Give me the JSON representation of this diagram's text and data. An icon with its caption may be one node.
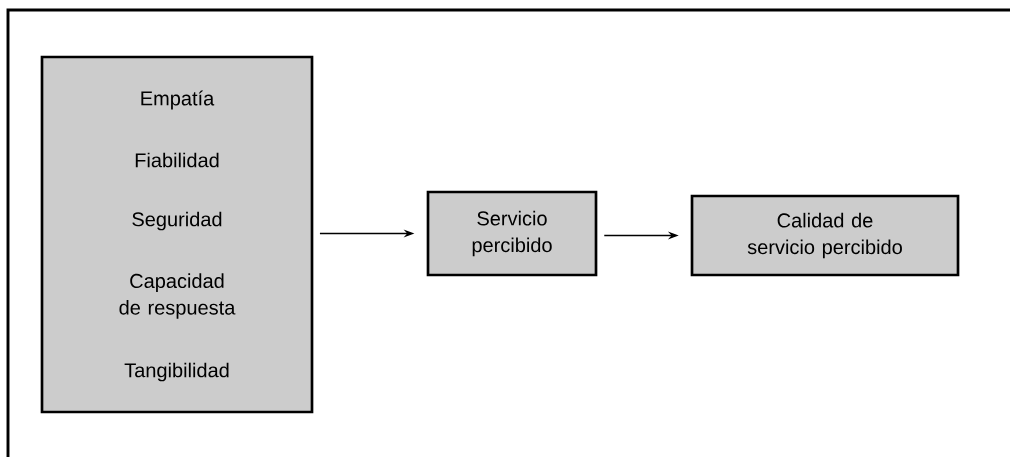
{
  "diagram": {
    "nodes": [
      {
        "text": [
          "Empatía",
          "Fiabilidad",
          "Seguridad",
          "Capacidad de respuesta",
          "Tangibilidad"
        ]
      },
      {
        "text": [
          "Servicio percibido"
        ]
      },
      {
        "text": [
          "Calidad de servicio percibido"
        ]
      }
    ],
    "edges": [
      {
        "from": 0,
        "to": 1,
        "arrow": "to"
      },
      {
        "from": 1,
        "to": 2,
        "arrow": "to"
      }
    ]
  }
}
